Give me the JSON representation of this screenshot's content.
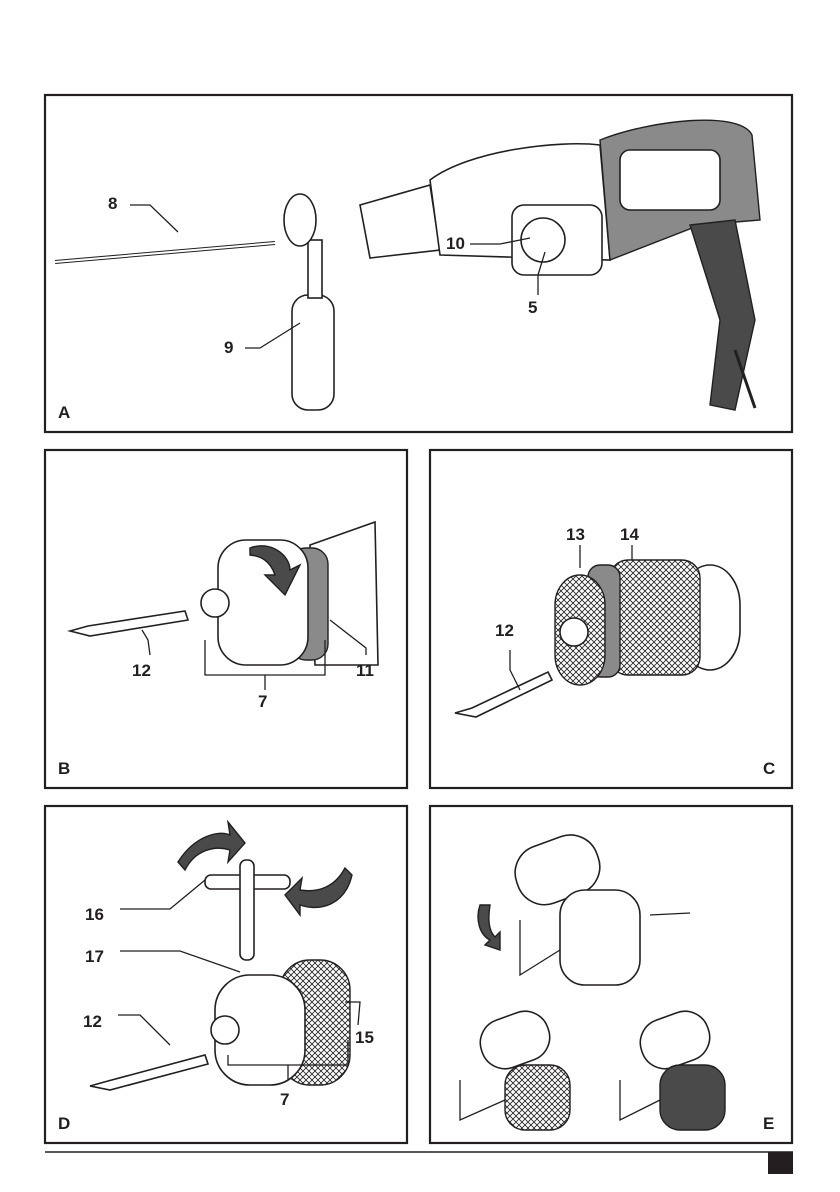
{
  "figures": {
    "A": {
      "letter": "A",
      "callouts": [
        "8",
        "9",
        "10",
        "5"
      ]
    },
    "B": {
      "letter": "B",
      "callouts": [
        "12",
        "7",
        "11"
      ]
    },
    "C": {
      "letter": "C",
      "callouts": [
        "12",
        "13",
        "14"
      ]
    },
    "D": {
      "letter": "D",
      "callouts": [
        "16",
        "17",
        "12",
        "15",
        "7"
      ]
    },
    "E": {
      "letter": "E"
    }
  },
  "colors": {
    "ink": "#231f20",
    "page": "#ffffff"
  }
}
